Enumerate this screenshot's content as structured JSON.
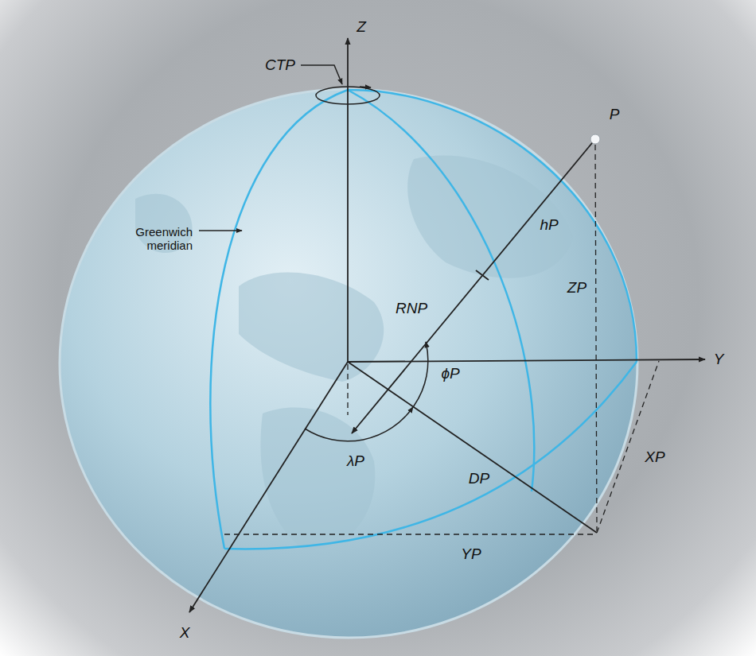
{
  "diagram": {
    "labels": [
      "Z",
      "CTP",
      "P",
      "Greenwich meridian",
      "hP",
      "ZP",
      "RNP",
      "ϕP",
      "Y",
      "λP",
      "DP",
      "XP",
      "YP",
      "X"
    ]
  }
}
